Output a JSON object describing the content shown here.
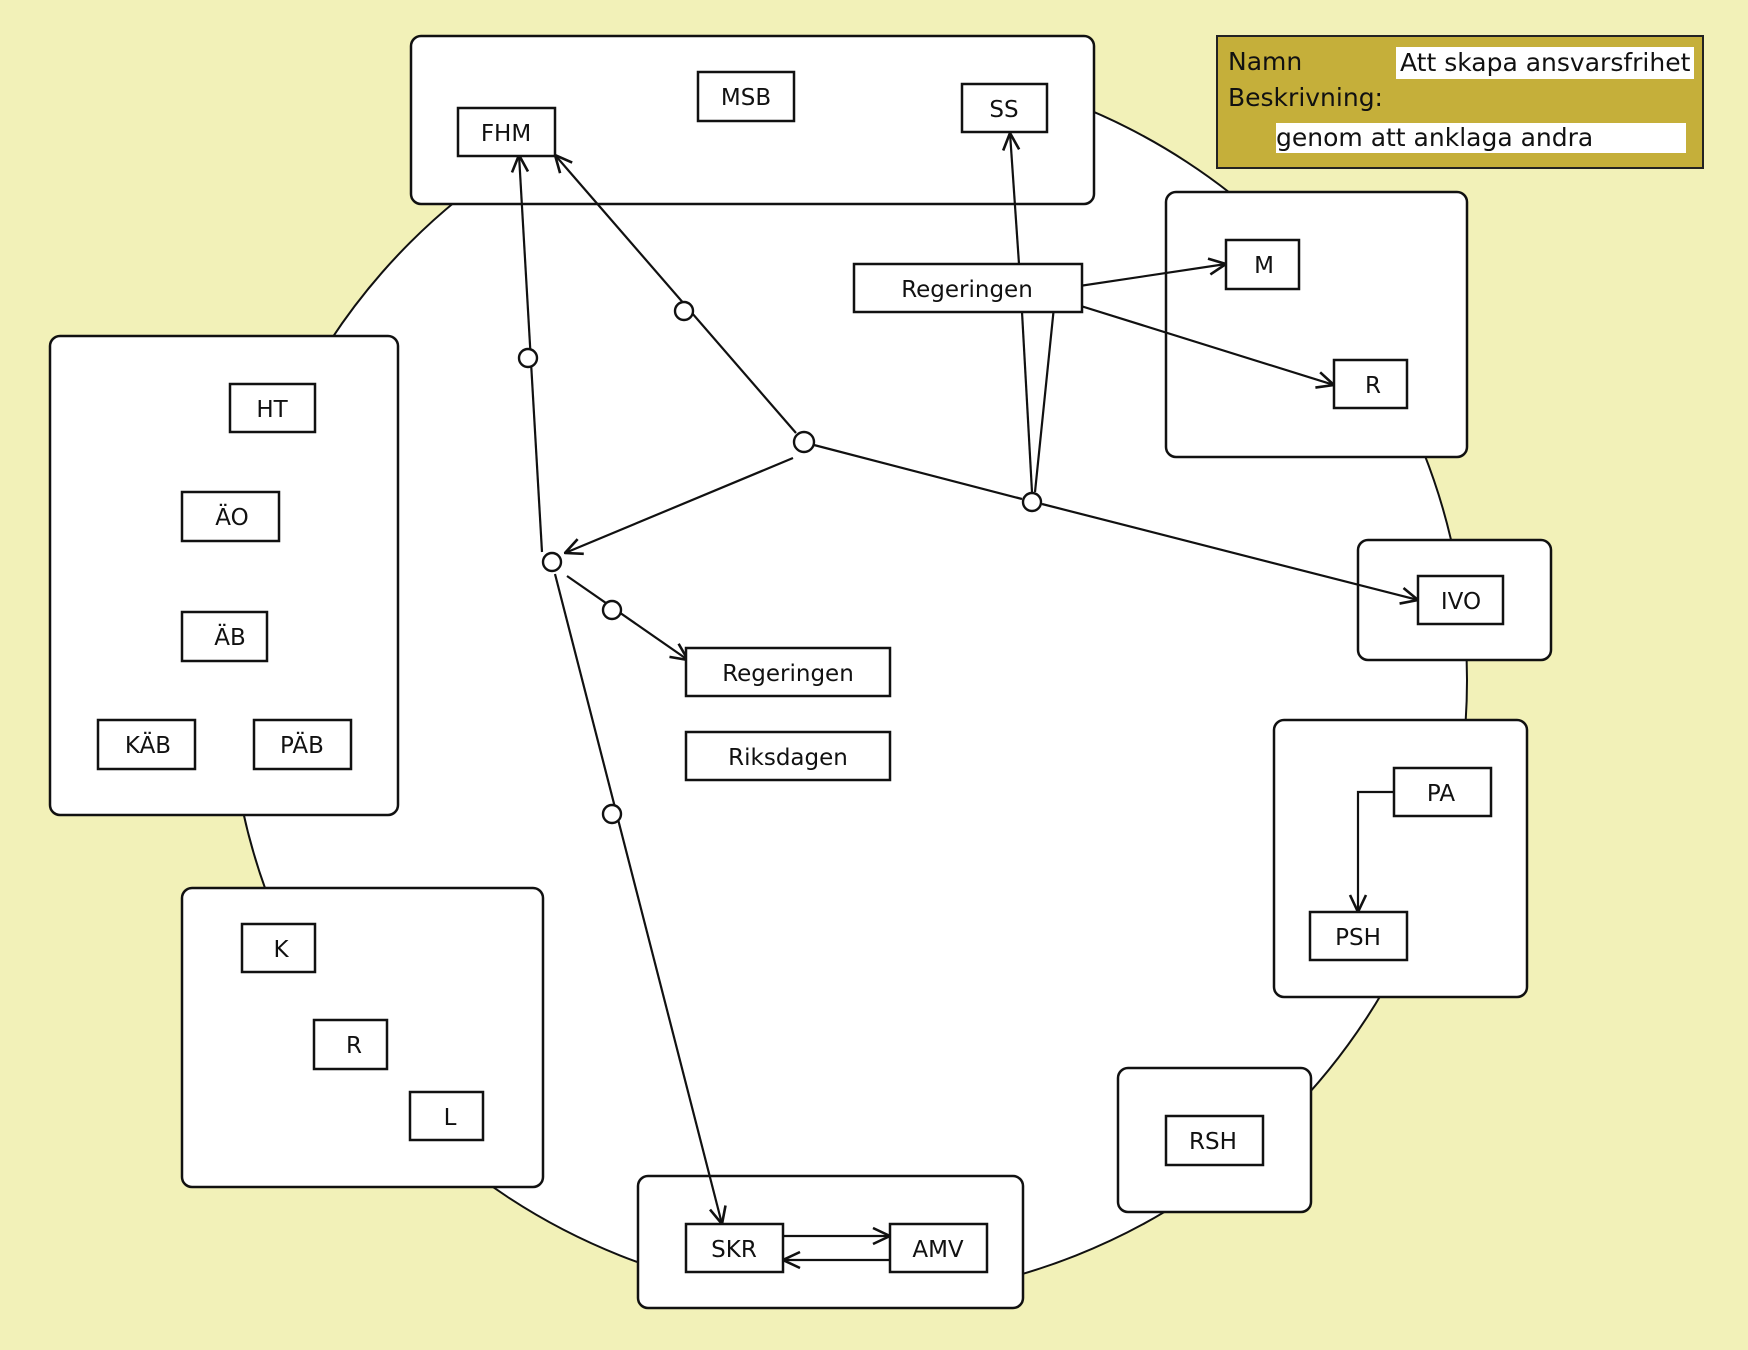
{
  "info_panel": {
    "name_label": "Namn",
    "name_value": "Att skapa ansvarsfrihet",
    "description_label": "Beskrivning:",
    "description_value": "genom att anklaga andra"
  },
  "colors": {
    "background": "#f2f1b8",
    "panel": "#c5af3a",
    "stroke": "#111111",
    "fill": "#ffffff"
  },
  "groups": [
    {
      "id": "top",
      "nodes": [
        "MSB",
        "FHM",
        "SS"
      ]
    },
    {
      "id": "mr",
      "nodes": [
        "M",
        "R"
      ]
    },
    {
      "id": "left",
      "nodes": [
        "HT",
        "ÄO",
        "ÄB",
        "KÄB",
        "PÄB"
      ]
    },
    {
      "id": "ivo",
      "nodes": [
        "IVO"
      ]
    },
    {
      "id": "pa",
      "nodes": [
        "PA",
        "PSH"
      ]
    },
    {
      "id": "rsh",
      "nodes": [
        "RSH"
      ]
    },
    {
      "id": "krl",
      "nodes": [
        "K",
        "R",
        "L"
      ]
    },
    {
      "id": "skr",
      "nodes": [
        "SKR",
        "AMV"
      ]
    }
  ],
  "nodes": {
    "msb": "MSB",
    "fhm": "FHM",
    "ss": "SS",
    "regeringen_top": "Regeringen",
    "m": "M",
    "r_top": "R",
    "ht": "HT",
    "ao": "ÄO",
    "ab": "ÄB",
    "kab": "KÄB",
    "pab": "PÄB",
    "ivo": "IVO",
    "pa": "PA",
    "psh": "PSH",
    "rsh": "RSH",
    "k": "K",
    "r_bottom": "R",
    "l": "L",
    "skr": "SKR",
    "amv": "AMV",
    "regeringen_center": "Regeringen",
    "riksdagen": "Riksdagen"
  },
  "edges": [
    {
      "from": "Regeringen",
      "to": "SS"
    },
    {
      "from": "Regeringen",
      "to": "M"
    },
    {
      "from": "Regeringen",
      "to": "R"
    },
    {
      "from": "Regeringen",
      "to": "IVO"
    },
    {
      "from": "junction",
      "to": "FHM"
    },
    {
      "from": "junction",
      "to": "SKR"
    },
    {
      "from": "junction",
      "to": "Regeringen"
    },
    {
      "from": "PA",
      "to": "PSH"
    },
    {
      "from": "SKR",
      "to": "AMV"
    },
    {
      "from": "AMV",
      "to": "SKR"
    }
  ]
}
